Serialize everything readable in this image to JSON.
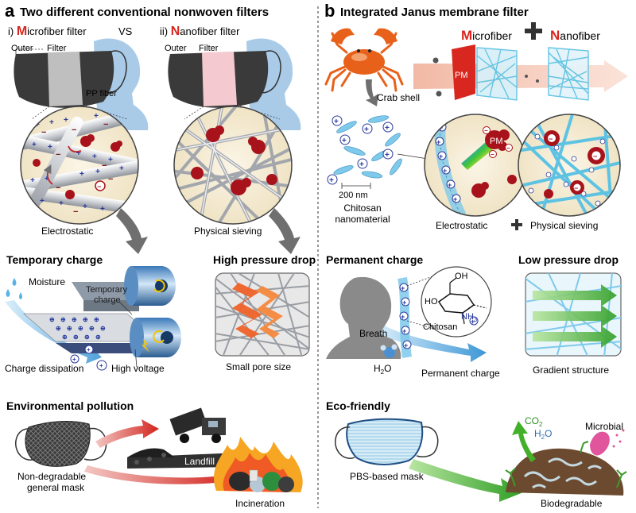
{
  "panel_a": {
    "letter": "a",
    "title": "Two different conventional nonwoven filters",
    "filter_i": {
      "prefix": "i) ",
      "initial": "M",
      "rest": "icrofiber filter"
    },
    "vs": "VS",
    "filter_ii": {
      "prefix": "ii) ",
      "initial": "N",
      "rest": "anofiber filter"
    },
    "mask_outer": "Outer",
    "mask_filter": "Filter",
    "pp_fiber": "PP fiber",
    "electrostatic": "Electrostatic",
    "physical_sieving": "Physical sieving",
    "temporary_charge_heading": "Temporary charge",
    "moisture": "Moisture",
    "temporary_charge_label": "Temporary\ncharge",
    "charge_dissipation": "Charge dissipation",
    "high_voltage": "High voltage",
    "high_pressure_drop": "High pressure drop",
    "small_pore_size": "Small pore size",
    "environmental_pollution": "Environmental pollution",
    "landfill": "Landfill",
    "non_degradable": "Non-degradable\ngeneral mask",
    "incineration": "Incineration"
  },
  "panel_b": {
    "letter": "b",
    "title": "Integrated Janus membrane filter",
    "microfiber": {
      "initial": "M",
      "rest": "icrofiber"
    },
    "nanofiber": {
      "initial": "N",
      "rest": "anofiber"
    },
    "pm": "PM",
    "crab_shell": "Crab shell",
    "scale": "200 nm",
    "chitosan_nanomaterial": "Chitosan\nnanomaterial",
    "electrostatic": "Electrostatic",
    "physical_sieving": "Physical sieving",
    "permanent_charge_heading": "Permanent charge",
    "low_pressure_drop": "Low pressure drop",
    "oh": "OH",
    "ho": "HO",
    "nh3": "NH",
    "nh3_sub": "3",
    "chitosan": "Chitosan",
    "breath": "Breath",
    "h2o": "H",
    "h2o_sub": "2",
    "h2o_end": "O",
    "permanent_charge": "Permanent charge",
    "gradient_structure": "Gradient structure",
    "eco_friendly": "Eco-friendly",
    "co2": "CO",
    "co2_sub": "2",
    "microbial": "Microbial",
    "pbs_mask": "PBS-based mask",
    "biodegradable": "Biodegradable"
  },
  "colors": {
    "accent_red": "#d8251e",
    "fiber_blue": "#5ec3e3",
    "particle_red": "#a8121a",
    "arrow_gray": "#6f6f6f",
    "green_arrow": "#43b02a",
    "skin_blue": "#a9cbe8"
  }
}
